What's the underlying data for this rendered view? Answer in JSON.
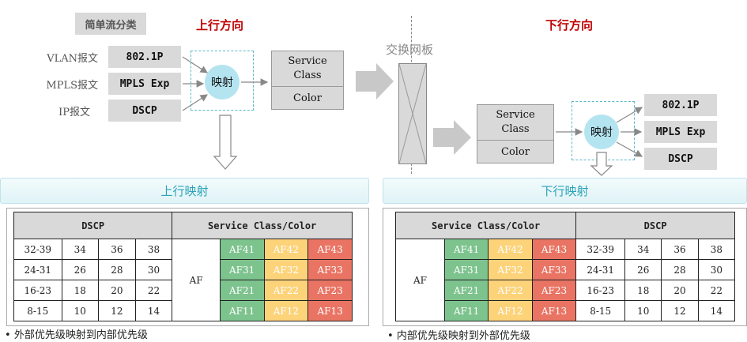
{
  "top": {
    "simple_classify": "简单流分类",
    "up_title": "上行方向",
    "down_title": "下行方向",
    "switch_label": "交换网板"
  },
  "left": {
    "inputs": [
      {
        "label": "VLAN报文",
        "box": "802.1P"
      },
      {
        "label": "MPLS报文",
        "box": "MPLS Exp"
      },
      {
        "label": "IP报文",
        "box": "DSCP"
      }
    ],
    "map_label": "映射",
    "sc_line1": "Service",
    "sc_line2": "Class",
    "color_label": "Color",
    "banner": "上行映射",
    "note": "外部优先级映射到内部优先级"
  },
  "right": {
    "outputs": [
      "802.1P",
      "MPLS Exp",
      "DSCP"
    ],
    "map_label": "映射",
    "sc_line1": "Service",
    "sc_line2": "Class",
    "color_label": "Color",
    "banner": "下行映射",
    "note": "内部优先级映射到外部优先级"
  },
  "table": {
    "dscp_header": "DSCP",
    "sc_header": "Service Class/Color",
    "af_label": "AF",
    "rows": [
      {
        "range": "32-39",
        "v1": "34",
        "v2": "36",
        "v3": "38",
        "a1": "AF41",
        "a2": "AF42",
        "a3": "AF43"
      },
      {
        "range": "24-31",
        "v1": "26",
        "v2": "28",
        "v3": "30",
        "a1": "AF31",
        "a2": "AF32",
        "a3": "AF33"
      },
      {
        "range": "16-23",
        "v1": "18",
        "v2": "20",
        "v3": "22",
        "a1": "AF21",
        "a2": "AF22",
        "a3": "AF23"
      },
      {
        "range": "8-15",
        "v1": "10",
        "v2": "12",
        "v3": "14",
        "a1": "AF11",
        "a2": "AF12",
        "a3": "AF13"
      }
    ]
  },
  "colors": {
    "green": "#7dc38e",
    "yellow": "#fdd37a",
    "red": "#e97464",
    "accent": "#2aa3b8",
    "title": "#c00000"
  }
}
